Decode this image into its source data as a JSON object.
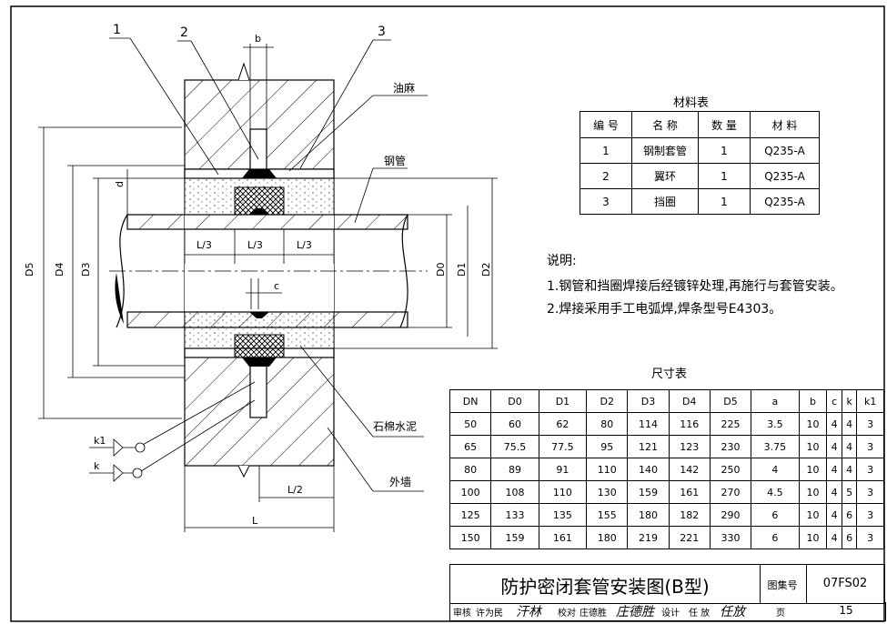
{
  "drawing": {
    "callouts": [
      "1",
      "2",
      "3"
    ],
    "b_label": "b",
    "c_label": "c",
    "d_label": "d",
    "oil_hemp": "油麻",
    "steel_pipe": "钢管",
    "asbestos_cement": "石棉水泥",
    "outer_wall": "外墙",
    "third_labels": [
      "L/3",
      "L/3",
      "L/3"
    ],
    "half_L": "L/2",
    "L": "L",
    "left_dims": [
      "D5",
      "D4",
      "D3"
    ],
    "right_dims": [
      "D0",
      "D1",
      "D2"
    ],
    "k1": "k1",
    "k": "k"
  },
  "materials": {
    "title": "材料表",
    "headers": [
      "编 号",
      "名 称",
      "数 量",
      "材 料"
    ],
    "rows": [
      [
        "1",
        "钢制套管",
        "1",
        "Q235-A"
      ],
      [
        "2",
        "翼环",
        "1",
        "Q235-A"
      ],
      [
        "3",
        "挡圈",
        "1",
        "Q235-A"
      ]
    ]
  },
  "notes": {
    "heading": "说明:",
    "items": [
      "1.钢管和挡圈焊接后经镀锌处理,再施行与套管安装。",
      "2.焊接采用手工电弧焊,焊条型号E4303。"
    ]
  },
  "dimensions": {
    "title": "尺寸表",
    "headers": [
      "DN",
      "D0",
      "D1",
      "D2",
      "D3",
      "D4",
      "D5",
      "a",
      "b",
      "c",
      "k",
      "k1"
    ],
    "rows": [
      [
        "50",
        "60",
        "62",
        "80",
        "114",
        "116",
        "225",
        "3.5",
        "10",
        "4",
        "4",
        "3"
      ],
      [
        "65",
        "75.5",
        "77.5",
        "95",
        "121",
        "123",
        "230",
        "3.75",
        "10",
        "4",
        "4",
        "3"
      ],
      [
        "80",
        "89",
        "91",
        "110",
        "140",
        "142",
        "250",
        "4",
        "10",
        "4",
        "4",
        "3"
      ],
      [
        "100",
        "108",
        "110",
        "130",
        "159",
        "161",
        "270",
        "4.5",
        "10",
        "4",
        "5",
        "3"
      ],
      [
        "125",
        "133",
        "135",
        "155",
        "180",
        "182",
        "290",
        "6",
        "10",
        "4",
        "6",
        "3"
      ],
      [
        "150",
        "159",
        "161",
        "180",
        "219",
        "221",
        "330",
        "6",
        "10",
        "4",
        "6",
        "3"
      ]
    ]
  },
  "title_block": {
    "title": "防护密闭套管安装图(B型)",
    "atlas_label": "图集号",
    "atlas_no": "07FS02",
    "page_label": "页",
    "page_no": "15",
    "row": [
      "审核",
      "许为民",
      "汗林",
      "校对",
      "庄德胜",
      "庄德胜",
      "设计",
      "任 放",
      "任放"
    ]
  }
}
